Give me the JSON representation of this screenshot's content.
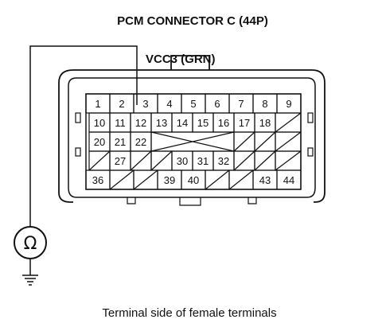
{
  "title": "PCM CONNECTOR C (44P)",
  "wire_label": "VCC3 (GRN)",
  "caption": "Terminal side of female terminals",
  "meter_symbol": "Ω",
  "connector": {
    "row1": [
      "1",
      "2",
      "3",
      "4",
      "5",
      "6",
      "7",
      "8",
      "9"
    ],
    "row2": [
      "10",
      "11",
      "12",
      "13",
      "14",
      "15",
      "16",
      "17",
      "18"
    ],
    "row3": [
      "20",
      "21",
      "22"
    ],
    "row4": [
      "27",
      "30",
      "31",
      "32"
    ],
    "row5": [
      "36",
      "39",
      "40",
      "43",
      "44"
    ]
  },
  "probed_terminal": "3",
  "icons": [
    "ohmmeter-icon",
    "ground-icon"
  ],
  "colors": {
    "line": "#111111",
    "background": "#ffffff"
  }
}
